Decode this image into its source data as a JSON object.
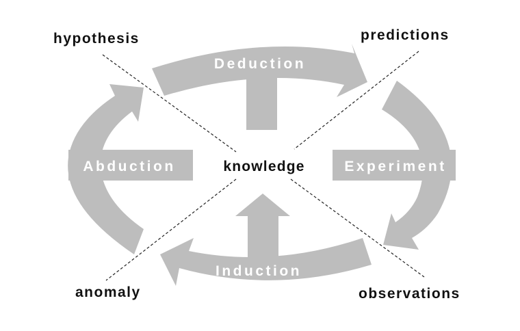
{
  "diagram": {
    "center": "knowledge",
    "corners": {
      "top_left": "hypothesis",
      "top_right": "predictions",
      "bottom_right": "observations",
      "bottom_left": "anomaly"
    },
    "processes": {
      "top": "Deduction",
      "right": "Experiment",
      "bottom": "Induction",
      "left": "Abduction"
    },
    "colors": {
      "arrow": "#bdbdbd",
      "arrow_text": "#ffffff",
      "label_text": "#111111",
      "dashed_line": "#222222"
    }
  }
}
